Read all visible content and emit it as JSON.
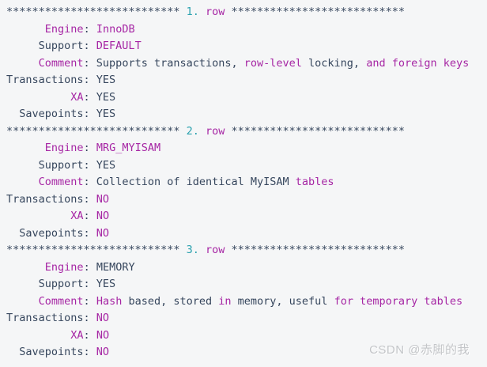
{
  "colors": {
    "background": "#f5f6f7",
    "plain_text": "#36465d",
    "keyword_text": "#a626a4",
    "number_text": "#2aa1ae",
    "watermark_text": "#c3c5c8"
  },
  "watermark": {
    "text": "CSDN @赤脚的我"
  },
  "code": {
    "lines": [
      [
        {
          "t": "*************************** ",
          "c": "plain"
        },
        {
          "t": "1.",
          "c": "number"
        },
        {
          "t": " ",
          "c": "plain"
        },
        {
          "t": "row",
          "c": "keyword"
        },
        {
          "t": " ***************************",
          "c": "plain"
        }
      ],
      [
        {
          "t": "      ",
          "c": "plain"
        },
        {
          "t": "Engine",
          "c": "keyword"
        },
        {
          "t": ": ",
          "c": "plain"
        },
        {
          "t": "InnoDB",
          "c": "keyword"
        }
      ],
      [
        {
          "t": "     Support: ",
          "c": "plain"
        },
        {
          "t": "DEFAULT",
          "c": "keyword"
        }
      ],
      [
        {
          "t": "     ",
          "c": "plain"
        },
        {
          "t": "Comment",
          "c": "keyword"
        },
        {
          "t": ": Supports transactions, ",
          "c": "plain"
        },
        {
          "t": "row-level",
          "c": "keyword"
        },
        {
          "t": " locking, ",
          "c": "plain"
        },
        {
          "t": "and foreign keys",
          "c": "keyword"
        }
      ],
      [
        {
          "t": "Transactions: YES",
          "c": "plain"
        }
      ],
      [
        {
          "t": "          ",
          "c": "plain"
        },
        {
          "t": "XA",
          "c": "keyword"
        },
        {
          "t": ": YES",
          "c": "plain"
        }
      ],
      [
        {
          "t": "  Savepoints: YES",
          "c": "plain"
        }
      ],
      [
        {
          "t": "*************************** ",
          "c": "plain"
        },
        {
          "t": "2.",
          "c": "number"
        },
        {
          "t": " ",
          "c": "plain"
        },
        {
          "t": "row",
          "c": "keyword"
        },
        {
          "t": " ***************************",
          "c": "plain"
        }
      ],
      [
        {
          "t": "      ",
          "c": "plain"
        },
        {
          "t": "Engine",
          "c": "keyword"
        },
        {
          "t": ": ",
          "c": "plain"
        },
        {
          "t": "MRG_MYISAM",
          "c": "keyword"
        }
      ],
      [
        {
          "t": "     Support: YES",
          "c": "plain"
        }
      ],
      [
        {
          "t": "     ",
          "c": "plain"
        },
        {
          "t": "Comment",
          "c": "keyword"
        },
        {
          "t": ": Collection of identical MyISAM ",
          "c": "plain"
        },
        {
          "t": "tables",
          "c": "keyword"
        }
      ],
      [
        {
          "t": "Transactions: ",
          "c": "plain"
        },
        {
          "t": "NO",
          "c": "keyword"
        }
      ],
      [
        {
          "t": "          ",
          "c": "plain"
        },
        {
          "t": "XA",
          "c": "keyword"
        },
        {
          "t": ": ",
          "c": "plain"
        },
        {
          "t": "NO",
          "c": "keyword"
        }
      ],
      [
        {
          "t": "  Savepoints: ",
          "c": "plain"
        },
        {
          "t": "NO",
          "c": "keyword"
        }
      ],
      [
        {
          "t": "*************************** ",
          "c": "plain"
        },
        {
          "t": "3.",
          "c": "number"
        },
        {
          "t": " ",
          "c": "plain"
        },
        {
          "t": "row",
          "c": "keyword"
        },
        {
          "t": " ***************************",
          "c": "plain"
        }
      ],
      [
        {
          "t": "      ",
          "c": "plain"
        },
        {
          "t": "Engine",
          "c": "keyword"
        },
        {
          "t": ": MEMORY",
          "c": "plain"
        }
      ],
      [
        {
          "t": "     Support: YES",
          "c": "plain"
        }
      ],
      [
        {
          "t": "     ",
          "c": "plain"
        },
        {
          "t": "Comment",
          "c": "keyword"
        },
        {
          "t": ": ",
          "c": "plain"
        },
        {
          "t": "Hash",
          "c": "keyword"
        },
        {
          "t": " based, stored ",
          "c": "plain"
        },
        {
          "t": "in",
          "c": "keyword"
        },
        {
          "t": " memory, useful ",
          "c": "plain"
        },
        {
          "t": "for temporary tables",
          "c": "keyword"
        }
      ],
      [
        {
          "t": "Transactions: ",
          "c": "plain"
        },
        {
          "t": "NO",
          "c": "keyword"
        }
      ],
      [
        {
          "t": "          ",
          "c": "plain"
        },
        {
          "t": "XA",
          "c": "keyword"
        },
        {
          "t": ": ",
          "c": "plain"
        },
        {
          "t": "NO",
          "c": "keyword"
        }
      ],
      [
        {
          "t": "  Savepoints: ",
          "c": "plain"
        },
        {
          "t": "NO",
          "c": "keyword"
        }
      ]
    ]
  }
}
